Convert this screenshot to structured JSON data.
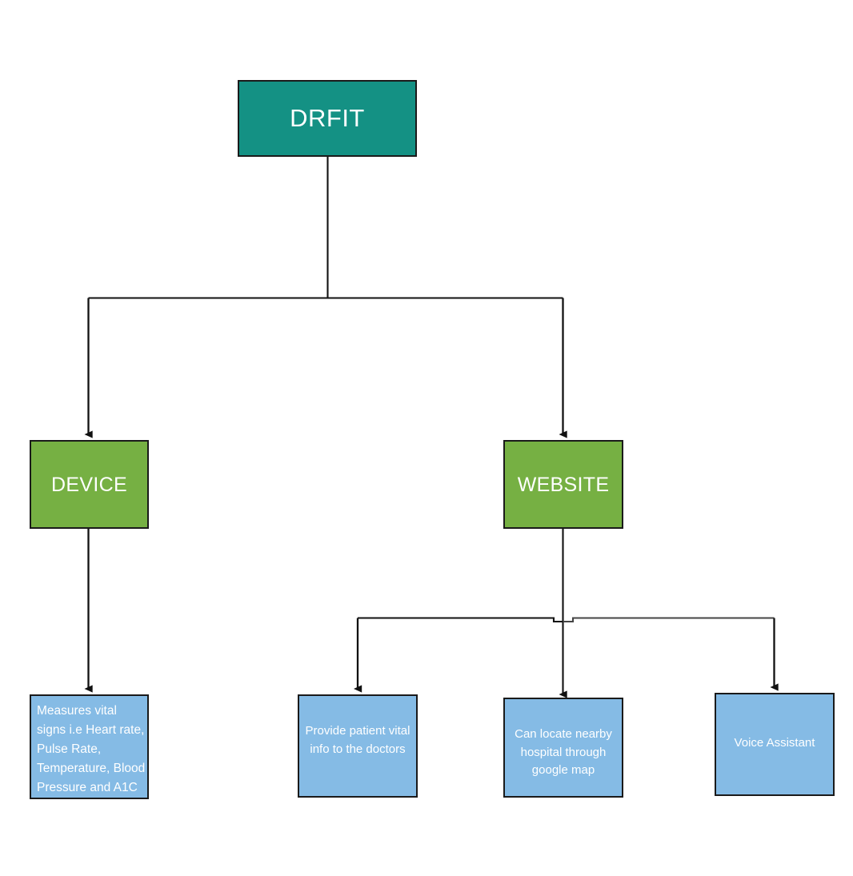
{
  "diagram": {
    "title": "DRFIT system breakdown flowchart",
    "background": "#ffffff",
    "colors": {
      "root": "#149184",
      "branch": "#76b043",
      "leaf": "#85bbe5",
      "stroke": "#1a1a1a",
      "text": "#ffffff"
    },
    "nodes": {
      "root": {
        "label": "DRFIT"
      },
      "device": {
        "label": "DEVICE"
      },
      "website": {
        "label": "WEBSITE"
      },
      "device_leaf": {
        "label": "Measures vital signs i.e Heart rate, Pulse Rate, Temperature, Blood Pressure and A1C"
      },
      "website_leaf_1": {
        "label": "Provide patient vital info to the doctors"
      },
      "website_leaf_2": {
        "label": "Can locate nearby hospital through google map"
      },
      "website_leaf_3": {
        "label": "Voice Assistant"
      }
    }
  }
}
